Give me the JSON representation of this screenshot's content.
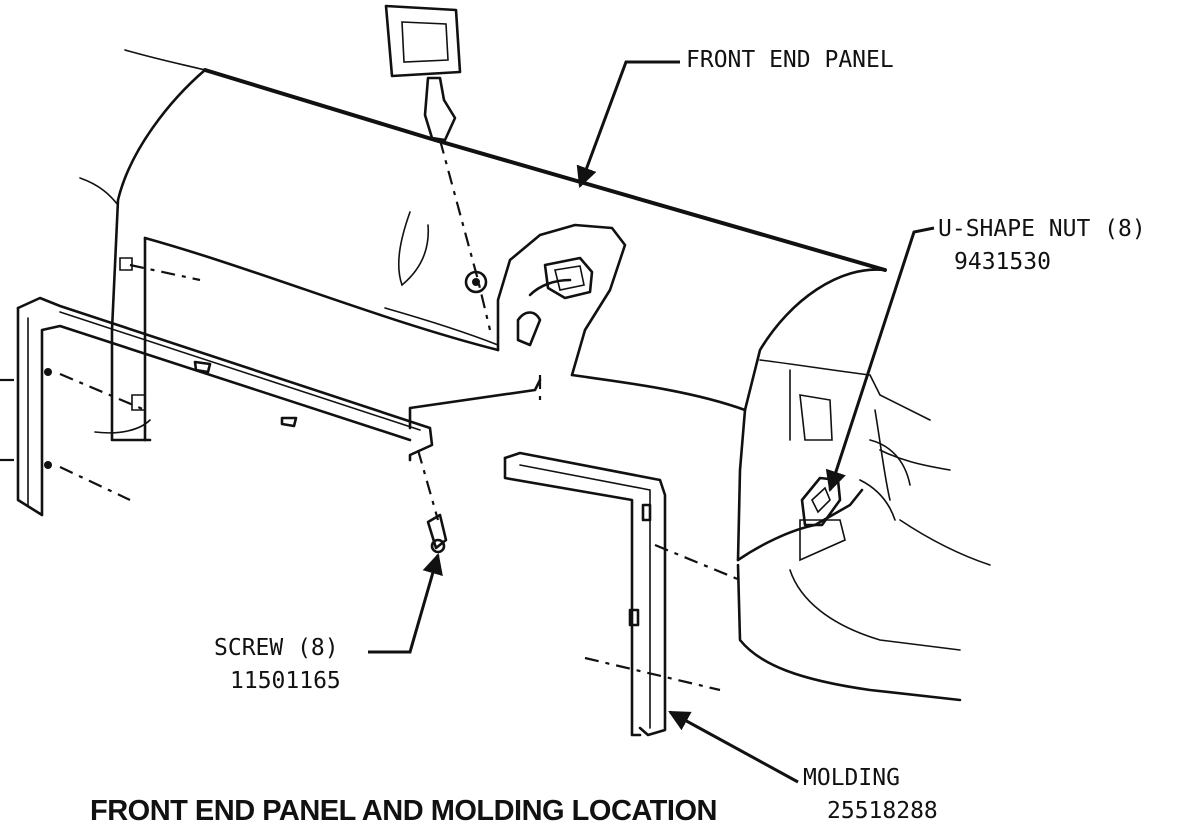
{
  "callouts": {
    "front_end_panel": {
      "label": "FRONT END PANEL"
    },
    "u_shape_nut": {
      "label": "U-SHAPE NUT (8)",
      "part_number": "9431530"
    },
    "screw": {
      "label": "SCREW (8)",
      "part_number": "11501165"
    },
    "molding": {
      "label": "MOLDING",
      "part_number": "25518288"
    }
  },
  "caption": "FRONT END PANEL AND MOLDING LOCATION"
}
